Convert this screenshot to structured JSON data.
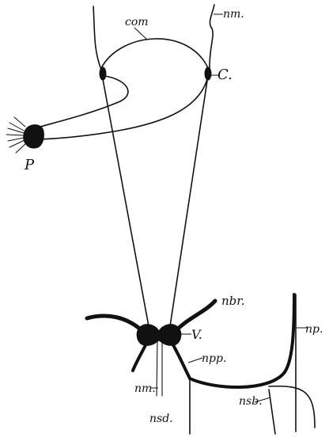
{
  "labels": {
    "com": "com",
    "nm_top": "nm.",
    "C": "C.",
    "P": "P",
    "nbr": "nbr.",
    "V": "V.",
    "npp": "npp.",
    "nm_bottom": "nm.",
    "nsd": "nsd.",
    "nsb": "nsb.",
    "np": "np."
  },
  "colors": {
    "ink": "#111111",
    "background": "#ffffff"
  }
}
